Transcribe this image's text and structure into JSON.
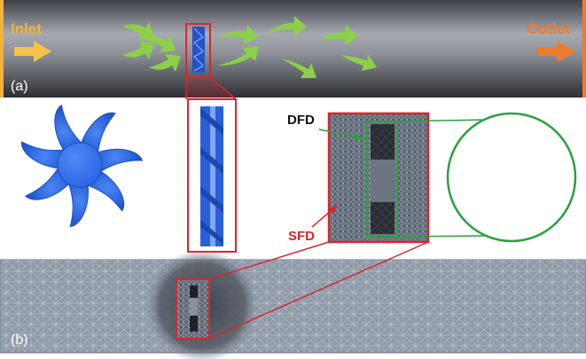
{
  "panel_a": {
    "label": "(a)",
    "inlet_label": "Inlet",
    "outlet_label": "Outlet"
  },
  "panel_b": {
    "label": "(b)",
    "dfd_label": "DFD",
    "sfd_label": "SFD"
  },
  "colors": {
    "pipe": "#7a7e85",
    "inlet": "#f2b23c",
    "outlet": "#ee7b2e",
    "flow_arrow": "#8cd04a",
    "fan_blue": "#2f6ce8",
    "zoom_red": "#d8262b",
    "zoom_green": "#2aa040",
    "dfd_text": "#111111",
    "sfd_text": "#d8262b",
    "mesh_bg": "#8e98a6"
  },
  "icons": {
    "fan": "fan-impeller-icon",
    "arrow": "flow-arrow-icon"
  }
}
